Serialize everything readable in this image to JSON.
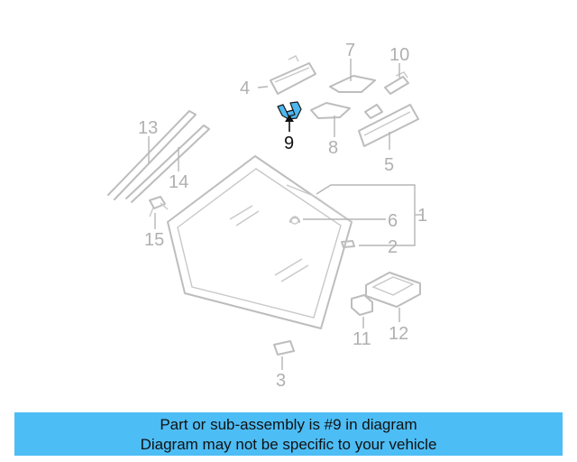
{
  "diagram": {
    "callouts": {
      "c1": "1",
      "c2": "2",
      "c3": "3",
      "c4": "4",
      "c5": "5",
      "c6": "6",
      "c7": "7",
      "c8": "8",
      "c9": "9",
      "c10": "10",
      "c11": "11",
      "c12": "12",
      "c13": "13",
      "c14": "14",
      "c15": "15"
    },
    "highlighted_part": "9",
    "colors": {
      "highlight": "#4db8f0",
      "part_lines": "#bdbdbd",
      "banner": "#4dbdf5"
    }
  },
  "caption": {
    "line1": "Part or sub-assembly is #9 in diagram",
    "line2": "Diagram may not be specific to your vehicle"
  }
}
